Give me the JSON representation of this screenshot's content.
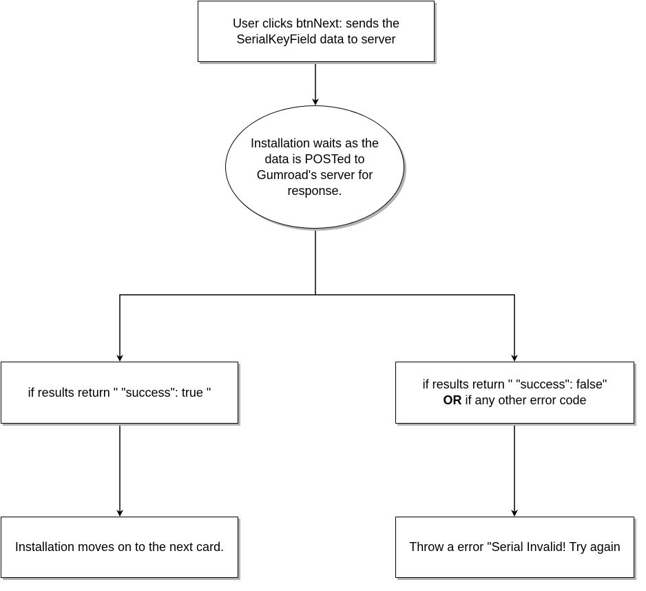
{
  "diagram": {
    "nodes": {
      "start": {
        "shape": "rectangle",
        "text": "User clicks btnNext: sends the SerialKeyField data to server"
      },
      "wait": {
        "shape": "ellipse",
        "text": "Installation waits as the data is POSTed to Gumroad's server for response."
      },
      "success": {
        "shape": "rectangle",
        "text": "if results return \" \"success\": true \""
      },
      "failure": {
        "shape": "rectangle",
        "line1": "if results return \" \"success\": false\"",
        "bold_word": "OR",
        "line2_rest": " if any other error code"
      },
      "next_card": {
        "shape": "rectangle",
        "text": "Installation moves on to the next card."
      },
      "error": {
        "shape": "rectangle",
        "text": "Throw a error \"Serial Invalid! Try again"
      }
    },
    "edges": [
      {
        "from": "start",
        "to": "wait"
      },
      {
        "from": "wait",
        "to": "success"
      },
      {
        "from": "wait",
        "to": "failure"
      },
      {
        "from": "success",
        "to": "next_card"
      },
      {
        "from": "failure",
        "to": "error"
      }
    ],
    "colors": {
      "stroke": "#000000",
      "fill": "#ffffff",
      "shadow": "#b3b3b3"
    }
  }
}
